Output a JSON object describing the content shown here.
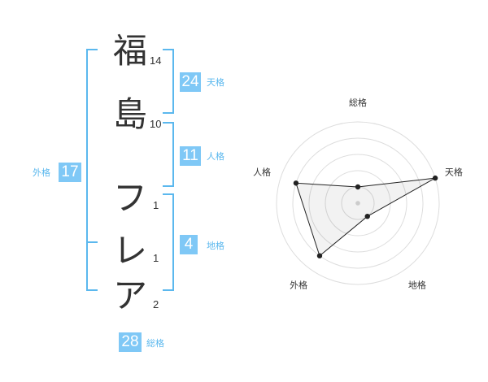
{
  "name": {
    "characters": [
      {
        "char": "福",
        "strokes": "14"
      },
      {
        "char": "島",
        "strokes": "10"
      },
      {
        "char": "フ",
        "strokes": "1"
      },
      {
        "char": "レ",
        "strokes": "1"
      },
      {
        "char": "ア",
        "strokes": "2"
      }
    ]
  },
  "kaku": {
    "tenkaku": {
      "value": "24",
      "label": "天格"
    },
    "jinkaku": {
      "value": "11",
      "label": "人格"
    },
    "chikaku": {
      "value": "4",
      "label": "地格"
    },
    "gaikaku": {
      "value": "17",
      "label": "外格"
    },
    "soukaku": {
      "value": "28",
      "label": "総格"
    }
  },
  "colors": {
    "accent": "#7fc8f6",
    "line": "#5bb8ee",
    "text": "#333333",
    "grid": "#dddddd"
  },
  "chart_data": {
    "type": "radar",
    "axes": [
      "総格",
      "天格",
      "地格",
      "外格",
      "人格"
    ],
    "levels": 5,
    "values": [
      1,
      5,
      1,
      4,
      4
    ],
    "max": 5
  }
}
